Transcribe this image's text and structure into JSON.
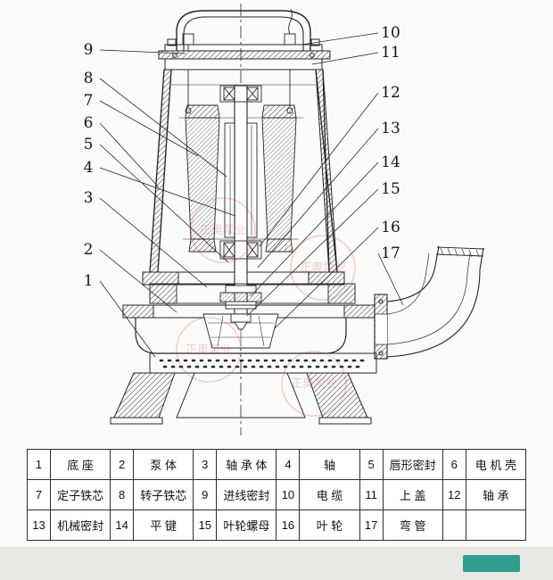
{
  "diagram": {
    "callouts": [
      "1",
      "2",
      "3",
      "4",
      "5",
      "6",
      "7",
      "8",
      "9",
      "10",
      "11",
      "12",
      "13",
      "14",
      "15",
      "16",
      "17"
    ],
    "watermark": {
      "text": "正奥泵业"
    }
  },
  "parts_table": {
    "rows": [
      [
        "1",
        "底  座",
        "2",
        "泵  体",
        "3",
        "轴 承 体",
        "4",
        "轴",
        "5",
        "唇形密封",
        "6",
        "电 机 壳"
      ],
      [
        "7",
        "定子铁芯",
        "8",
        "转子铁芯",
        "9",
        "进线密封",
        "10",
        "电  缆",
        "11",
        "上  盖",
        "12",
        "轴  承"
      ],
      [
        "13",
        "机械密封",
        "14",
        "平  键",
        "15",
        "叶轮螺母",
        "16",
        "叶  轮",
        "17",
        "弯  管",
        "",
        ""
      ]
    ]
  }
}
